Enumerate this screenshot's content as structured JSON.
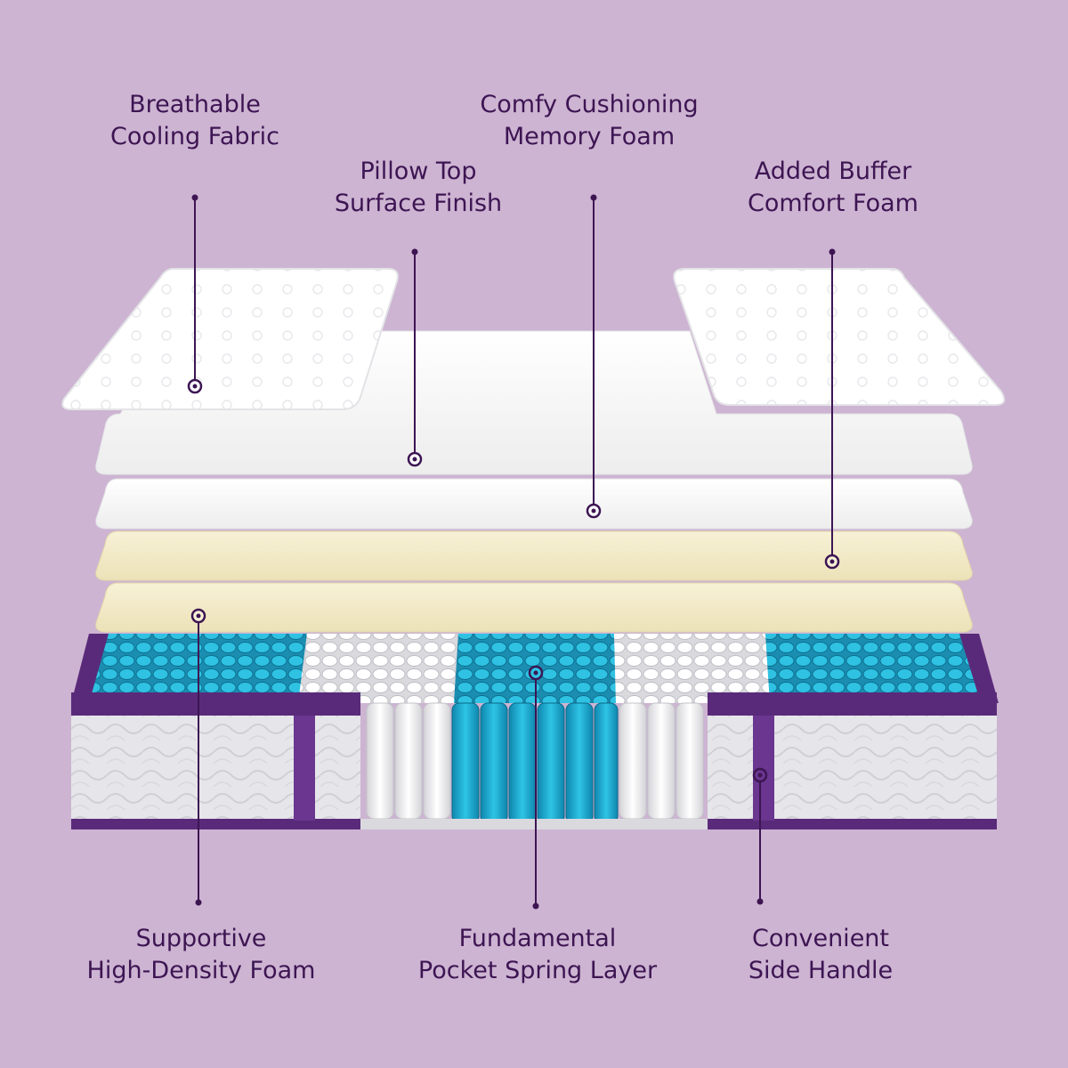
{
  "colors": {
    "background": "#cdb4d2",
    "text": "#3d1553",
    "accent_purple": "#5a2a7a",
    "spring_teal": "#1fa6c9",
    "foam_yellow": "#f3ecc9",
    "fabric_white": "#ffffff",
    "side_fabric": "#e4e4e8"
  },
  "callouts": [
    {
      "id": "breathable",
      "lines": [
        "Breathable",
        "Cooling Fabric"
      ]
    },
    {
      "id": "pillow",
      "lines": [
        "Pillow Top",
        "Surface Finish"
      ]
    },
    {
      "id": "memory",
      "lines": [
        "Comfy Cushioning",
        "Memory Foam"
      ]
    },
    {
      "id": "buffer",
      "lines": [
        "Added Buffer",
        "Comfort Foam"
      ]
    },
    {
      "id": "supportive",
      "lines": [
        "Supportive",
        "High-Density Foam"
      ]
    },
    {
      "id": "spring",
      "lines": [
        "Fundamental",
        "Pocket Spring Layer"
      ]
    },
    {
      "id": "handle",
      "lines": [
        "Convenient",
        "Side Handle"
      ]
    }
  ]
}
